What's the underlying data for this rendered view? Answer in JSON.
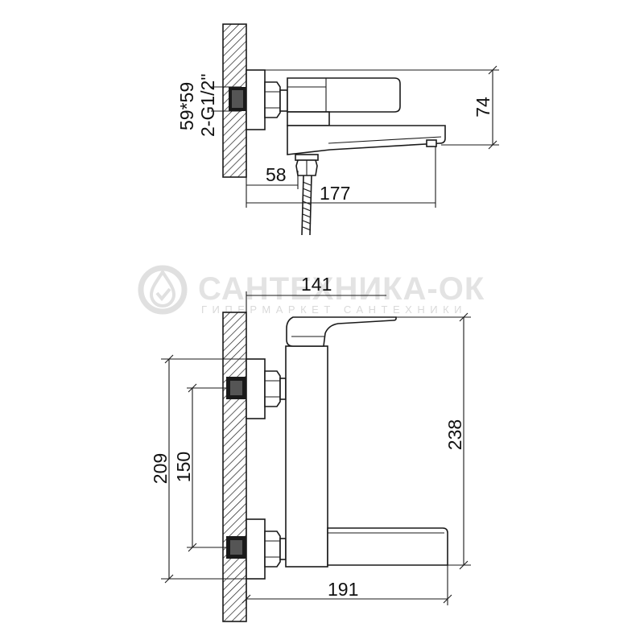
{
  "watermark": {
    "brand": "САНТЕХНИКА-ОК",
    "tagline": "ГИПЕРМАРКЕТ САНТЕХНИКИ"
  },
  "side_view": {
    "thread_label": "2-G1/2\"",
    "flange_label": "59*59",
    "dim_height": "74",
    "dim_outlet": "58",
    "dim_spout": "177"
  },
  "front_view": {
    "dim_top": "141",
    "dim_outer_height": "209",
    "dim_center_distance": "150",
    "dim_total_height": "238",
    "dim_width": "191"
  }
}
